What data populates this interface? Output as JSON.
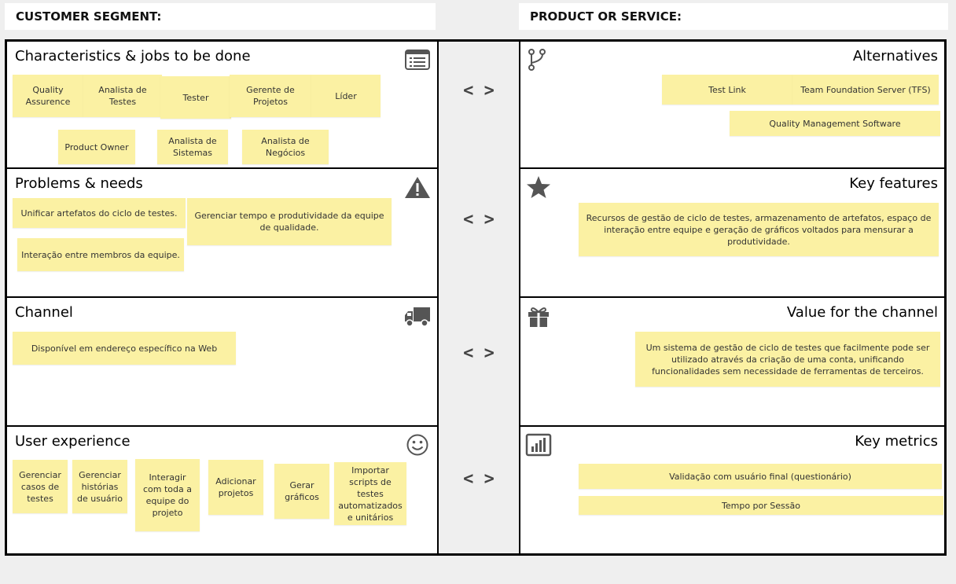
{
  "headers": {
    "customer_segment": "CUSTOMER SEGMENT:",
    "product_or_service": "PRODUCT OR SERVICE:"
  },
  "arrow_glyph": "< >",
  "left": {
    "characteristics": {
      "title": "Characteristics & jobs to be done",
      "icon": "list-icon",
      "notes": [
        "Quality Assurence",
        "Analista de Testes",
        "Tester",
        "Gerente de Projetos",
        "Líder",
        "Product Owner",
        "Analista de Sistemas",
        "Analista de Negócios"
      ]
    },
    "problems": {
      "title": "Problems & needs",
      "icon": "warning-icon",
      "notes": [
        "Unificar artefatos do ciclo de testes.",
        "Gerenciar tempo e produtividade da equipe de qualidade.",
        "Interação entre membros da equipe."
      ]
    },
    "channel": {
      "title": "Channel",
      "icon": "truck-icon",
      "notes": [
        "Disponível em endereço específico na Web"
      ]
    },
    "user_experience": {
      "title": "User experience",
      "icon": "smiley-icon",
      "notes": [
        "Gerenciar casos de testes",
        "Gerenciar histórias de usuário",
        "Interagir com toda a equipe do projeto",
        "Adicionar projetos",
        "Gerar gráficos",
        "Importar scripts de testes automatizados e unitários"
      ]
    }
  },
  "right": {
    "alternatives": {
      "title": "Alternatives",
      "icon": "branch-icon",
      "notes": [
        "Test Link",
        "Team Foundation Server (TFS)",
        "Quality Management Software"
      ]
    },
    "key_features": {
      "title": "Key features",
      "icon": "star-icon",
      "notes": [
        "Recursos de gestão de ciclo de testes, armazenamento de artefatos, espaço de interação entre equipe e geração de gráficos voltados para mensurar a produtividade."
      ]
    },
    "value_channel": {
      "title": "Value for the channel",
      "icon": "gift-icon",
      "notes": [
        "Um sistema de gestão de ciclo de testes que facilmente pode ser utilizado através da criação de uma conta, unificando funcionalidades sem necessidade de ferramentas de terceiros."
      ]
    },
    "key_metrics": {
      "title": "Key metrics",
      "icon": "bar-chart-icon",
      "notes": [
        "Validação com usuário final (questionário)",
        "Tempo por Sessão"
      ]
    }
  },
  "colors": {
    "note": "#fbf1a3",
    "border": "#000000",
    "background": "#efefef",
    "icon": "#555555"
  }
}
